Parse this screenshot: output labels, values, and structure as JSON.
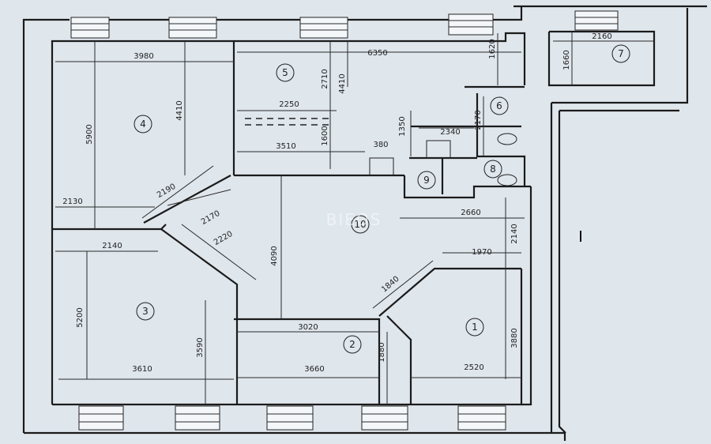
{
  "watermark": "BIEOS",
  "rooms": [
    "1",
    "2",
    "3",
    "4",
    "5",
    "6",
    "7",
    "8",
    "9",
    "10"
  ],
  "dimensions": {
    "d3980": "3980",
    "d6350": "6350",
    "d2160": "2160",
    "d1620": "1620",
    "d1660": "1660",
    "d5900": "5900",
    "d4410a": "4410",
    "d2710": "2710",
    "d4410b": "4410",
    "d2250": "2250",
    "d1600": "1600",
    "d3510": "3510",
    "d380": "380",
    "d1350": "1350",
    "d2340": "2340",
    "d2170a": "2170",
    "d2130": "2130",
    "d2190": "2190",
    "d2660": "2660",
    "d2170b": "2170",
    "d2220": "2220",
    "d4090": "4090",
    "d2140a": "2140",
    "d2140b": "2140",
    "d1970": "1970",
    "d1840": "1840",
    "d5200": "5200",
    "d3590": "3590",
    "d3020": "3020",
    "d3880": "3880",
    "d1880": "1880",
    "d3610": "3610",
    "d3660": "3660",
    "d2520": "2520"
  }
}
